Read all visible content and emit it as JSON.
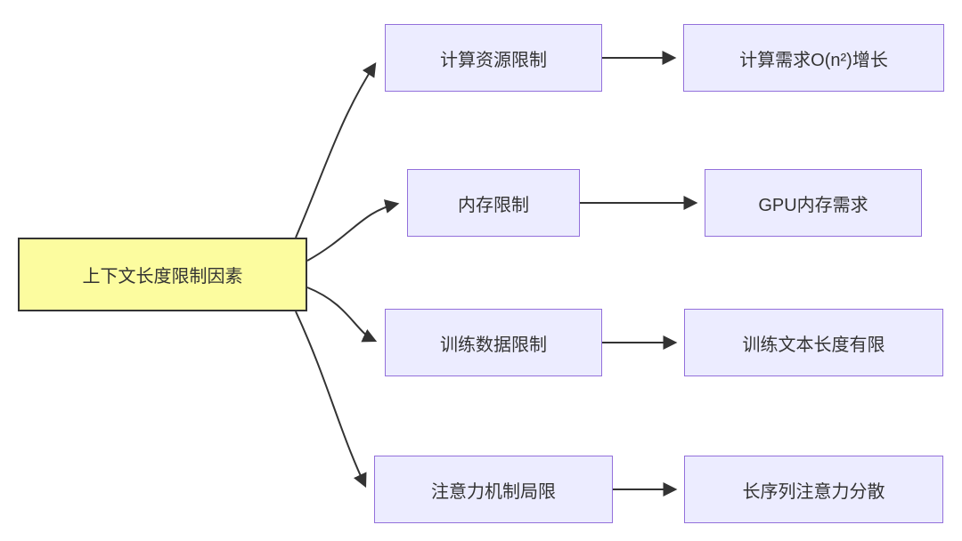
{
  "diagram": {
    "type": "flowchart",
    "direction": "left-to-right",
    "root": {
      "label": "上下文长度限制因素"
    },
    "branches": [
      {
        "mid": "计算资源限制",
        "end": "计算需求O(n²)增长"
      },
      {
        "mid": "内存限制",
        "end": "GPU内存需求"
      },
      {
        "mid": "训练数据限制",
        "end": "训练文本长度有限"
      },
      {
        "mid": "注意力机制局限",
        "end": "长序列注意力分散"
      }
    ],
    "colors": {
      "background": "#ffffff",
      "root_fill": "#fcfc9f",
      "root_border": "#333333",
      "node_fill": "#ececff",
      "node_border": "#9370db",
      "text": "#333333",
      "arrow": "#333333"
    }
  }
}
